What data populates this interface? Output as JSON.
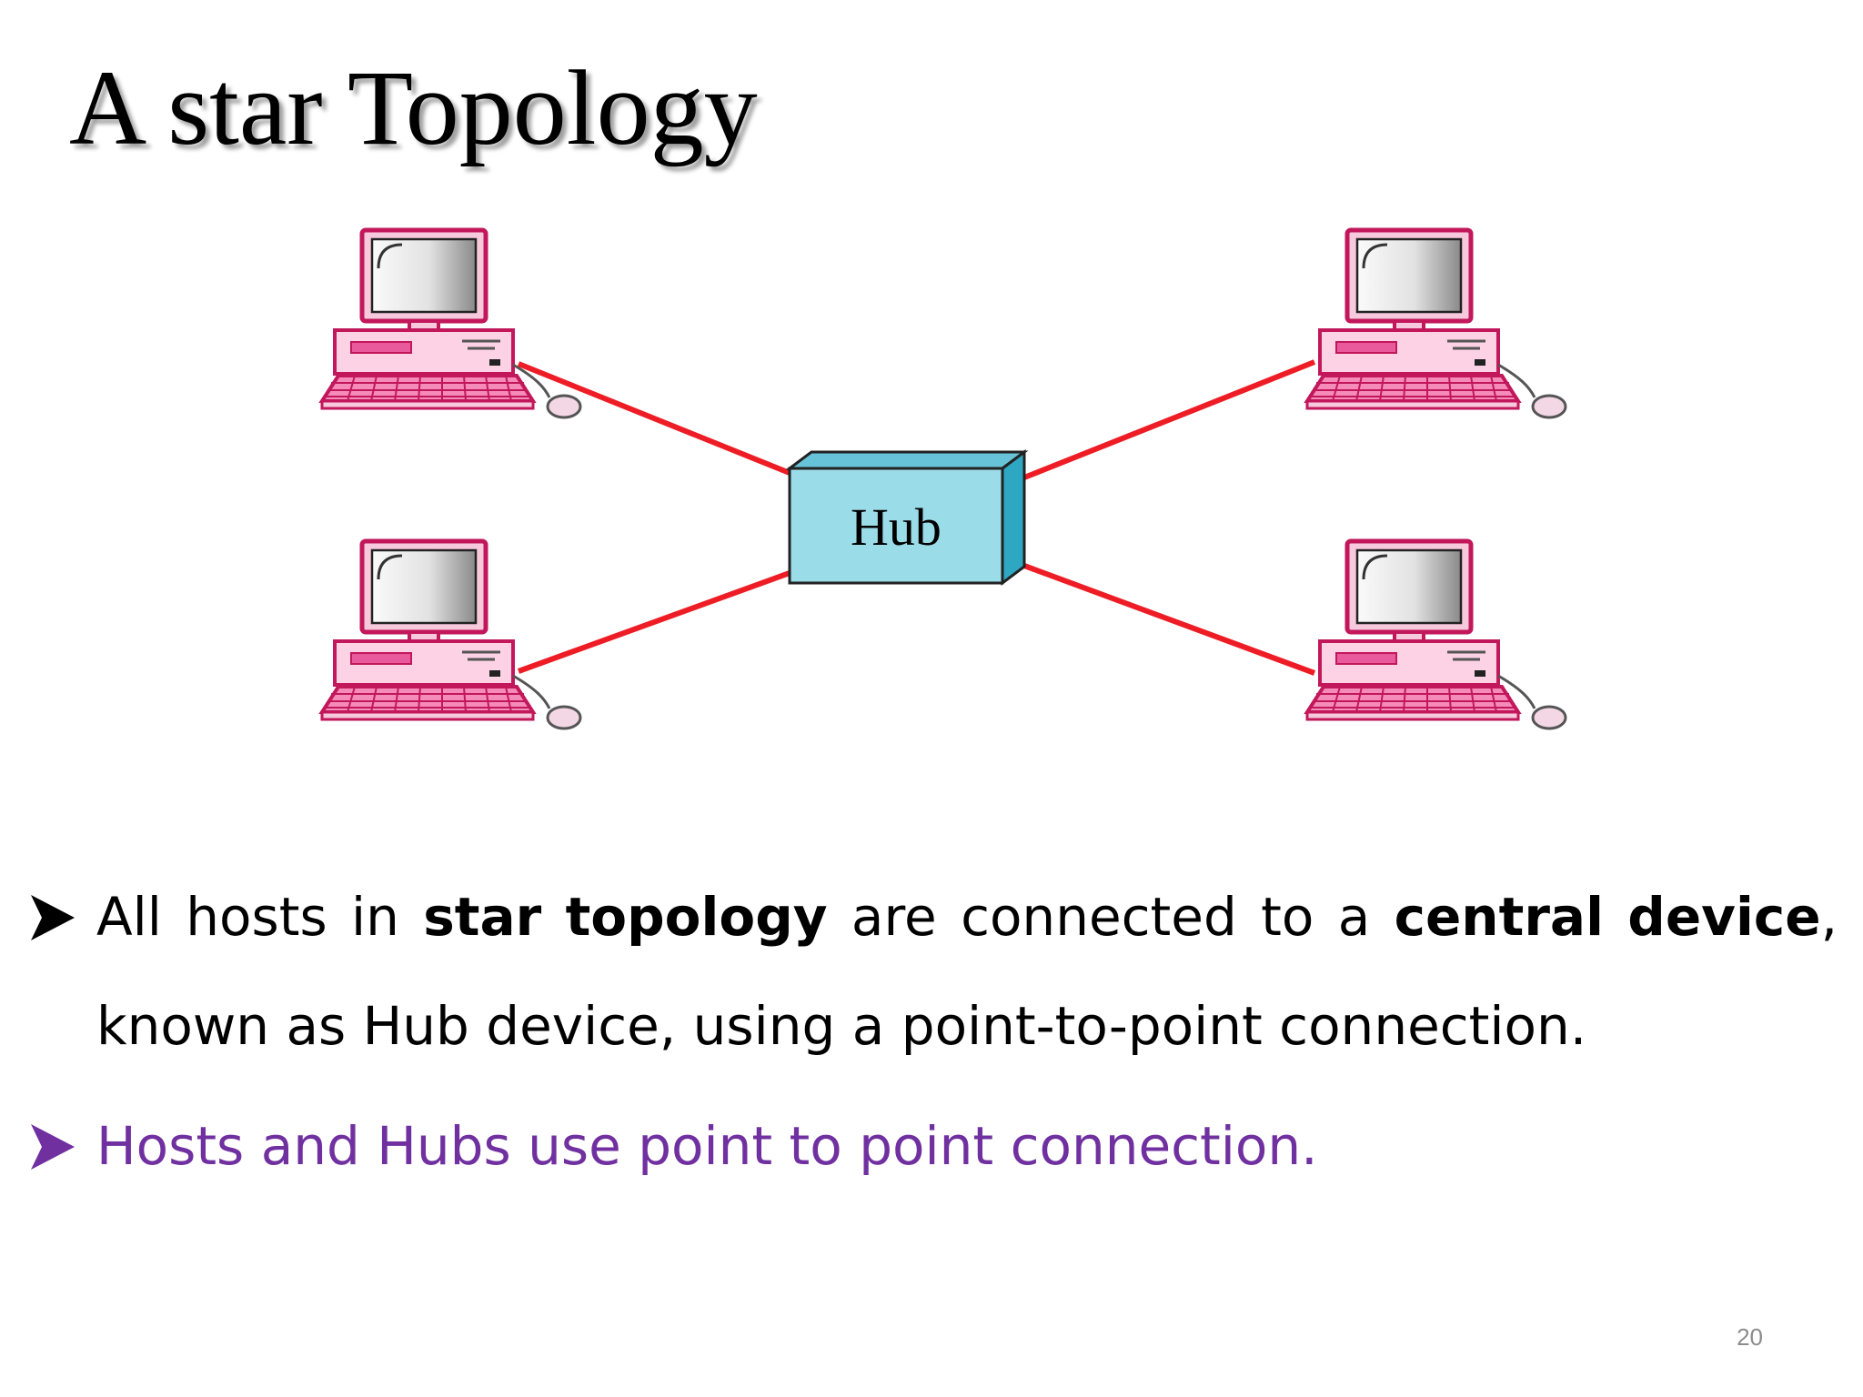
{
  "slide": {
    "title": "A star Topology",
    "page_number": "20"
  },
  "diagram": {
    "hub_label": "Hub",
    "host_count": 4,
    "colors": {
      "link": "#ee1c25",
      "hub_front": "#9bdce9",
      "hub_top": "#67c4d8",
      "hub_side": "#2ea8c2",
      "host_outline": "#c2185b",
      "host_body": "#fdd2e4",
      "screen": "#e4e4e4"
    }
  },
  "bullets": [
    {
      "marker": "arrow-bullet-icon",
      "color": "#000000",
      "line1_words": [
        {
          "text": "All",
          "bold": false
        },
        {
          "text": "hosts",
          "bold": false
        },
        {
          "text": "in",
          "bold": false
        },
        {
          "text": "star",
          "bold": true
        },
        {
          "text": "topology",
          "bold": true
        },
        {
          "text": "are",
          "bold": false
        },
        {
          "text": "connected",
          "bold": false
        },
        {
          "text": "to",
          "bold": false
        },
        {
          "text": "a",
          "bold": false
        },
        {
          "text": "central",
          "bold": true
        },
        {
          "text": "device",
          "bold": true,
          "suffix": ","
        }
      ],
      "line2": "known as Hub device, using a point-to-point connection."
    },
    {
      "marker": "arrow-bullet-icon",
      "color": "#7030a0",
      "text": "Hosts and Hubs use point to point connection."
    }
  ]
}
